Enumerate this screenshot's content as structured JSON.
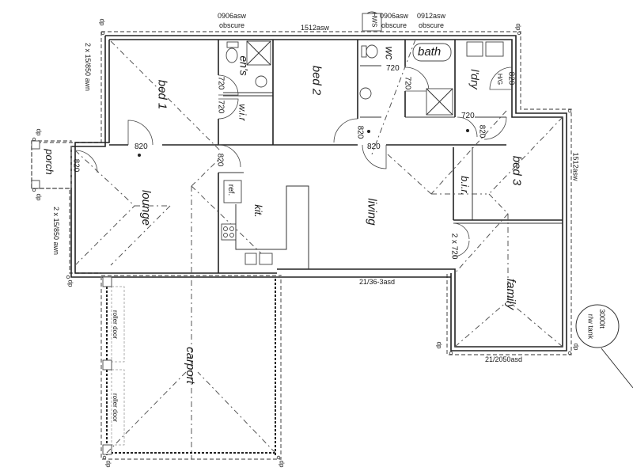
{
  "plan": {
    "rooms": {
      "bed1": "bed 1",
      "ens": "en's",
      "wir": "w.i.r",
      "bed2": "bed 2",
      "wc": "wc",
      "bath": "bath",
      "ldry": "l'dry",
      "bed3": "bed 3",
      "bir": "b.i.r.",
      "porch": "porch",
      "lounge": "lounge",
      "kit": "kit.",
      "ref": "ref.",
      "living": "living",
      "family": "family",
      "carport": "carport",
      "roller_door_1": "roller door",
      "roller_door_2": "roller door"
    },
    "windows": {
      "ens_window": "0906asw",
      "ens_window_note": "obscure",
      "bed2_window": "1512asw",
      "wc_window": "0906asw",
      "wc_window_note": "obscure",
      "bath_window": "0912asw",
      "bath_window_note": "obscure",
      "bed1_window": "2 x 15/850 awn",
      "lounge_window": "2 x 15/850 awn",
      "bed3_window": "1512asw",
      "living_door": "21/36-3asd",
      "family_door": "21/2050asd"
    },
    "doors": {
      "bed1_door": "820",
      "ens_door": "720",
      "wir_door": "720",
      "hall_door": "820",
      "wc_door": "720",
      "wc_door2": "720",
      "bed2_door": "820",
      "living_door": "820",
      "ldry_door": "720",
      "bed3_door": "820",
      "ldry_ext_door": "820",
      "porch_door": "820",
      "bir_doors": "2 x 720"
    },
    "fixtures": {
      "hws": "HWS",
      "hg": "H/G"
    },
    "tank": {
      "capacity": "3000lt",
      "label": "r/w tank"
    },
    "downpipe": "dp"
  }
}
